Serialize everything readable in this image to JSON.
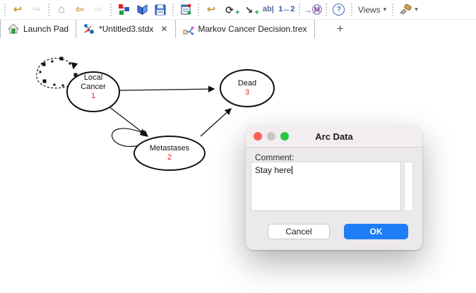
{
  "toolbar": {
    "icons": {
      "undo": "↩",
      "redo": "↪",
      "home": "⌂",
      "back": "⇦",
      "forward": "⇨",
      "arc": "↩",
      "rotate": "⟳",
      "rotate_plus": "+",
      "arrow": "↘",
      "arrow_plus": "+",
      "abl": "ab|",
      "one_two": "1↔2",
      "to_m_arrow": "→",
      "to_m_letter": "Ⓜ",
      "help": "?",
      "views": "Views",
      "dropdown_caret": "▾"
    }
  },
  "tabs": {
    "items": [
      {
        "label": "Launch Pad"
      },
      {
        "label": "*Untitled3.stdx",
        "close": "✕"
      },
      {
        "label": "Markov Cancer Decision.trex"
      }
    ],
    "new_tab": "+"
  },
  "diagram": {
    "states": [
      {
        "name": "Local Cancer",
        "number": "1"
      },
      {
        "name": "Metastases",
        "number": "2"
      },
      {
        "name": "Dead",
        "number": "3"
      }
    ],
    "number_color": "#e22222"
  },
  "dialog": {
    "title": "Arc Data",
    "comment_label": "Comment:",
    "comment_value": "Stay here",
    "cancel_label": "Cancel",
    "ok_label": "OK",
    "accent_color": "#1f7ef7",
    "traffic_lights": {
      "close": "#fd5f57",
      "minimize": "#c9c5c5",
      "zoom": "#29c73f"
    }
  }
}
